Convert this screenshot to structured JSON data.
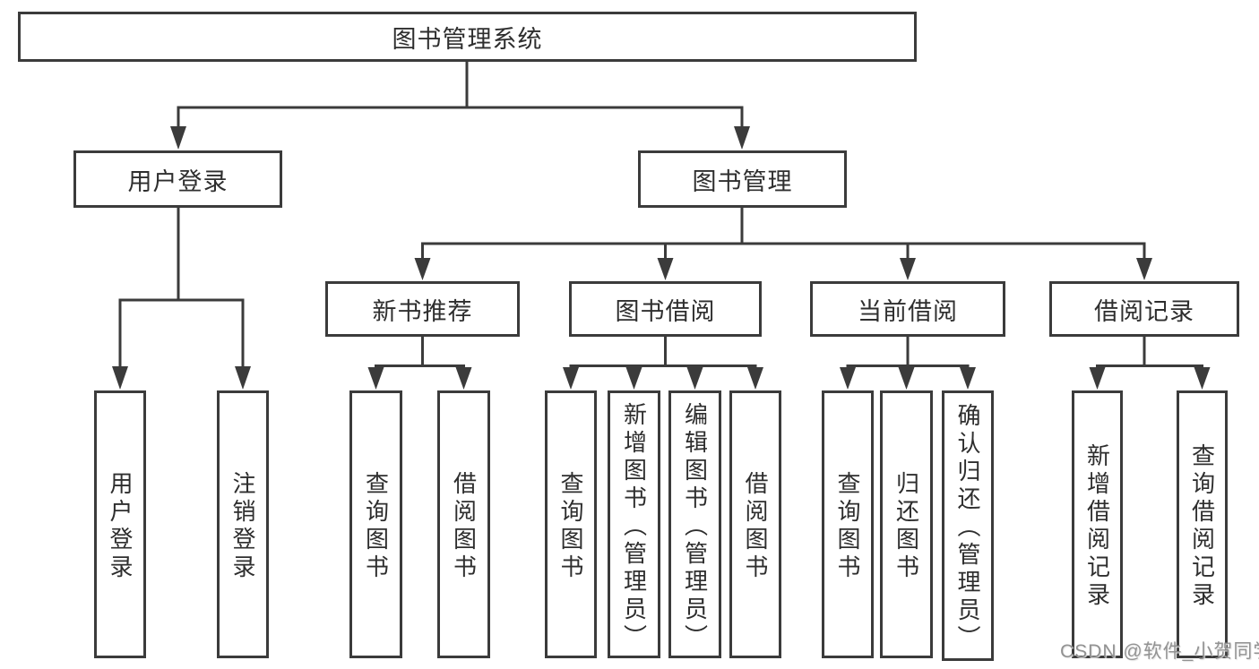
{
  "tree": {
    "root": {
      "label": "图书管理系统"
    },
    "branches": [
      {
        "label": "用户登录",
        "children": [
          {
            "label": "用户登录"
          },
          {
            "label": "注销登录"
          }
        ]
      },
      {
        "label": "图书管理",
        "children": [
          {
            "label": "新书推荐",
            "children": [
              {
                "label": "查询图书"
              },
              {
                "label": "借阅图书"
              }
            ]
          },
          {
            "label": "图书借阅",
            "children": [
              {
                "label": "查询图书"
              },
              {
                "label": "新增图书（管理员）"
              },
              {
                "label": "编辑图书（管理员）"
              },
              {
                "label": "借阅图书"
              }
            ]
          },
          {
            "label": "当前借阅",
            "children": [
              {
                "label": "查询图书"
              },
              {
                "label": "归还图书"
              },
              {
                "label": "确认归还（管理员）"
              }
            ]
          },
          {
            "label": "借阅记录",
            "children": [
              {
                "label": "新增借阅记录"
              },
              {
                "label": "查询借阅记录"
              }
            ]
          }
        ]
      }
    ]
  },
  "colors": {
    "line": "#3b3b3b",
    "text": "#2e2e2e",
    "watermark": "#8a8a8a"
  },
  "watermark": {
    "text": "CSDN @软件_小贺同学"
  }
}
